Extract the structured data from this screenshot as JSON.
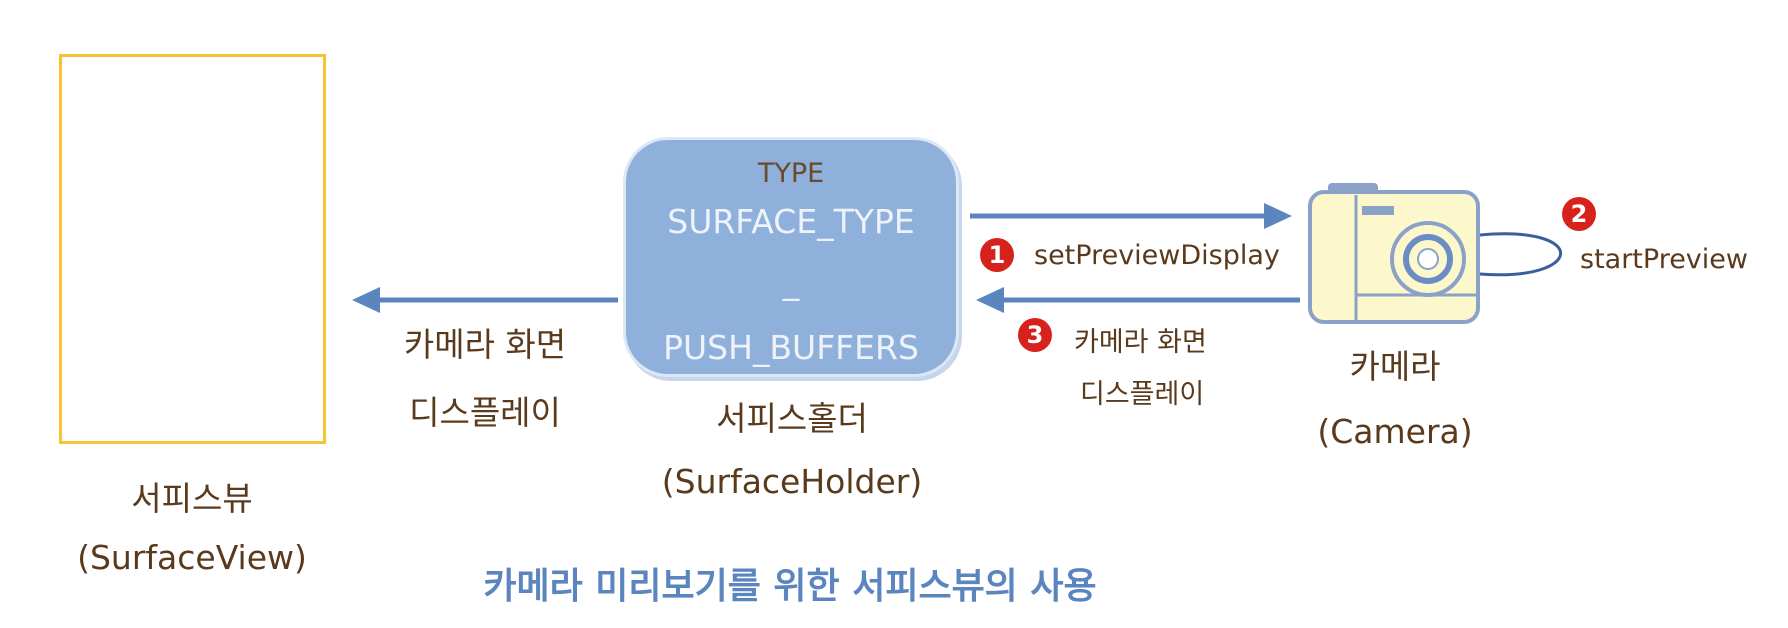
{
  "surface_view": {
    "name": "서피스뷰",
    "english": "(SurfaceView)"
  },
  "surface_holder": {
    "type_label": "TYPE",
    "const_line1": "SURFACE_TYPE",
    "const_line2": "_",
    "const_line3": "PUSH_BUFFERS",
    "name": "서피스홀더",
    "english": "(SurfaceHolder)"
  },
  "camera": {
    "name": "카메라",
    "english": "(Camera)"
  },
  "left_arrow_label": {
    "line1": "카메라 화면",
    "line2": "디스플레이"
  },
  "steps": [
    {
      "number": "1",
      "label": "setPreviewDisplay"
    },
    {
      "number": "2",
      "label": "startPreview"
    },
    {
      "number": "3",
      "label_line1": "카메라 화면",
      "label_line2": "디스플레이"
    }
  ],
  "caption": "카메라 미리보기를 위한 서피스뷰의 사용",
  "colors": {
    "arrow": "#5a85bf",
    "badge": "#d7211d",
    "holder_fill": "#8fb0da",
    "surfaceview_border": "#f5c430",
    "camera_fill": "#fdf7cc",
    "camera_stroke": "#8aa2c8",
    "label_text": "#5a3a1c"
  }
}
